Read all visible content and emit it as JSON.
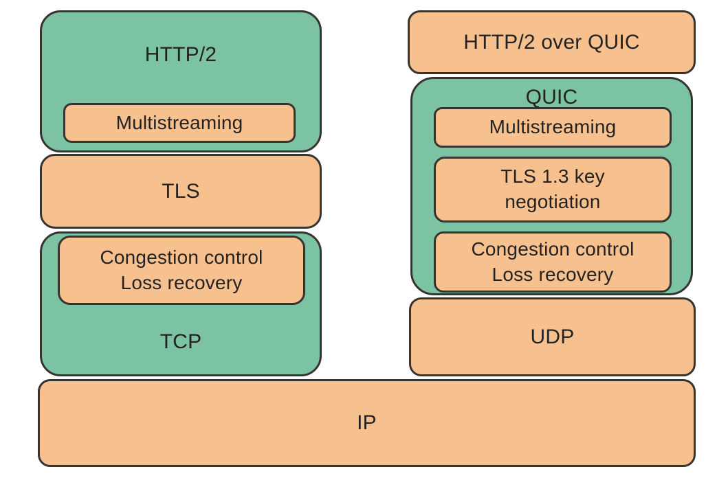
{
  "colors": {
    "green_fill": "#7cc3a3",
    "orange_fill": "#f6c18f",
    "border": "#373430",
    "text": "#242220",
    "background": "#ffffff"
  },
  "left_stack": {
    "http2_label": "HTTP/2",
    "multistreaming_label": "Multistreaming",
    "tls_label": "TLS",
    "tcp_label": "TCP",
    "congestion_label": "Congestion control\nLoss recovery"
  },
  "right_stack": {
    "http2_over_quic_label": "HTTP/2 over QUIC",
    "quic_label": "QUIC",
    "multistreaming_label": "Multistreaming",
    "tls13_label": "TLS 1.3 key\nnegotiation",
    "congestion_label": "Congestion control\nLoss recovery",
    "udp_label": "UDP"
  },
  "base": {
    "ip_label": "IP"
  }
}
